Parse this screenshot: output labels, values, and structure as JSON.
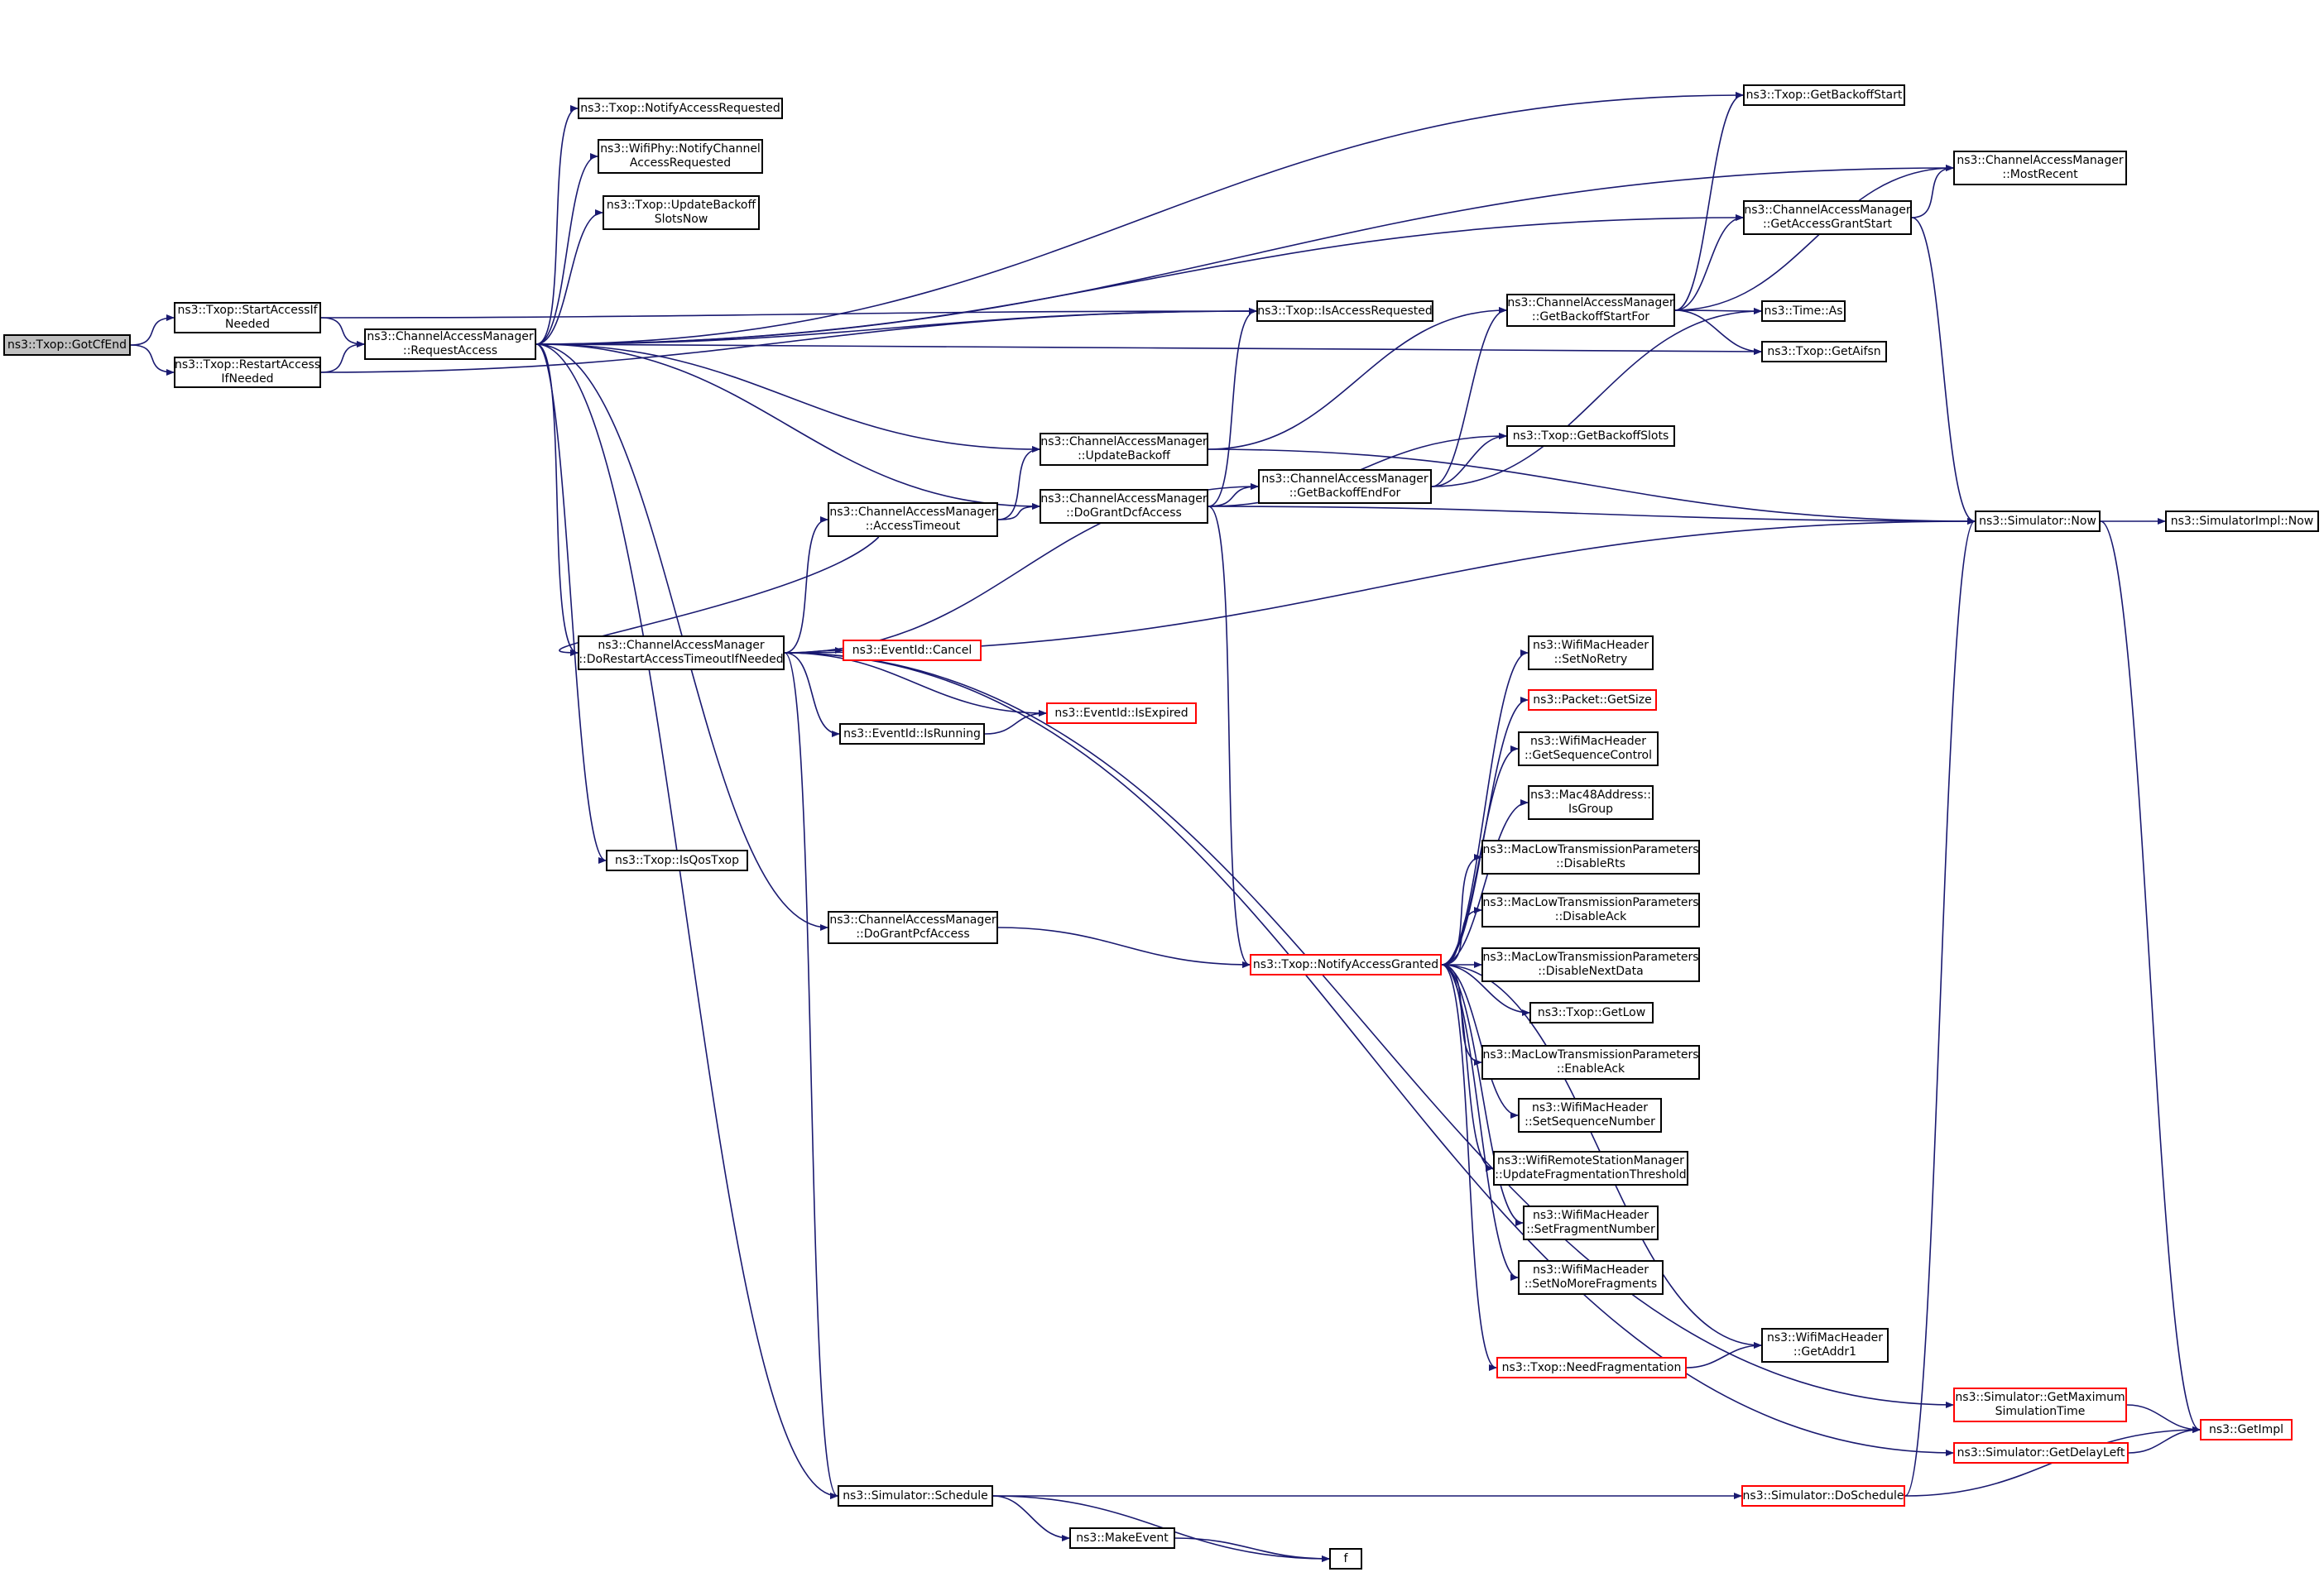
{
  "colors": {
    "edge": "#191970",
    "node_border": "#000000",
    "node_border_truncated": "#ff0000",
    "focus_fill": "#bfbfbf"
  },
  "nodes": [
    {
      "id": "gotcfend",
      "label": "ns3::Txop::GotCfEnd",
      "style": "gray"
    },
    {
      "id": "startaccess",
      "label": "ns3::Txop::StartAccessIf\nNeeded",
      "style": "black"
    },
    {
      "id": "restartaccess",
      "label": "ns3::Txop::RestartAccess\nIfNeeded",
      "style": "black"
    },
    {
      "id": "requestaccess",
      "label": "ns3::ChannelAccessManager\n::RequestAccess",
      "style": "black"
    },
    {
      "id": "notifyaccessrequested",
      "label": "ns3::Txop::NotifyAccessRequested",
      "style": "black"
    },
    {
      "id": "wifiphynotify",
      "label": "ns3::WifiPhy::NotifyChannel\nAccessRequested",
      "style": "black"
    },
    {
      "id": "updatebackoffslots",
      "label": "ns3::Txop::UpdateBackoff\nSlotsNow",
      "style": "black"
    },
    {
      "id": "getbackoffstart",
      "label": "ns3::Txop::GetBackoffStart",
      "style": "black"
    },
    {
      "id": "mostrecent",
      "label": "ns3::ChannelAccessManager\n::MostRecent",
      "style": "black"
    },
    {
      "id": "getaccessgrantstart",
      "label": "ns3::ChannelAccessManager\n::GetAccessGrantStart",
      "style": "black"
    },
    {
      "id": "isaccessrequested",
      "label": "ns3::Txop::IsAccessRequested",
      "style": "black"
    },
    {
      "id": "getbackoffstartfor",
      "label": "ns3::ChannelAccessManager\n::GetBackoffStartFor",
      "style": "black"
    },
    {
      "id": "timeas",
      "label": "ns3::Time::As",
      "style": "black"
    },
    {
      "id": "getaifsn",
      "label": "ns3::Txop::GetAifsn",
      "style": "black"
    },
    {
      "id": "updatebackoff",
      "label": "ns3::ChannelAccessManager\n::UpdateBackoff",
      "style": "black"
    },
    {
      "id": "getbackoffslots",
      "label": "ns3::Txop::GetBackoffSlots",
      "style": "black"
    },
    {
      "id": "accesstimeout",
      "label": "ns3::ChannelAccessManager\n::AccessTimeout",
      "style": "black"
    },
    {
      "id": "dograntdcf",
      "label": "ns3::ChannelAccessManager\n::DoGrantDcfAccess",
      "style": "black"
    },
    {
      "id": "getbackoffendfor",
      "label": "ns3::ChannelAccessManager\n::GetBackoffEndFor",
      "style": "black"
    },
    {
      "id": "simnow",
      "label": "ns3::Simulator::Now",
      "style": "black"
    },
    {
      "id": "simimplnow",
      "label": "ns3::SimulatorImpl::Now",
      "style": "black"
    },
    {
      "id": "dorestart",
      "label": "ns3::ChannelAccessManager\n::DoRestartAccessTimeoutIfNeeded",
      "style": "black"
    },
    {
      "id": "eventcancel",
      "label": "ns3::EventId::Cancel",
      "style": "red"
    },
    {
      "id": "eventisexpired",
      "label": "ns3::EventId::IsExpired",
      "style": "red"
    },
    {
      "id": "eventisrunning",
      "label": "ns3::EventId::IsRunning",
      "style": "black"
    },
    {
      "id": "isqostxop",
      "label": "ns3::Txop::IsQosTxop",
      "style": "black"
    },
    {
      "id": "dograntpcf",
      "label": "ns3::ChannelAccessManager\n::DoGrantPcfAccess",
      "style": "black"
    },
    {
      "id": "notifyaccessgranted",
      "label": "ns3::Txop::NotifyAccessGranted",
      "style": "red"
    },
    {
      "id": "setnoretry",
      "label": "ns3::WifiMacHeader\n::SetNoRetry",
      "style": "black"
    },
    {
      "id": "packetgetsize",
      "label": "ns3::Packet::GetSize",
      "style": "red"
    },
    {
      "id": "getseqctrl",
      "label": "ns3::WifiMacHeader\n::GetSequenceControl",
      "style": "black"
    },
    {
      "id": "isgroup",
      "label": "ns3::Mac48Address::\nIsGroup",
      "style": "black"
    },
    {
      "id": "disablerts",
      "label": "ns3::MacLowTransmissionParameters\n::DisableRts",
      "style": "black"
    },
    {
      "id": "disableack",
      "label": "ns3::MacLowTransmissionParameters\n::DisableAck",
      "style": "black"
    },
    {
      "id": "disablenextdata",
      "label": "ns3::MacLowTransmissionParameters\n::DisableNextData",
      "style": "black"
    },
    {
      "id": "getlow",
      "label": "ns3::Txop::GetLow",
      "style": "black"
    },
    {
      "id": "enableack",
      "label": "ns3::MacLowTransmissionParameters\n::EnableAck",
      "style": "black"
    },
    {
      "id": "setseqnum",
      "label": "ns3::WifiMacHeader\n::SetSequenceNumber",
      "style": "black"
    },
    {
      "id": "updatefrag",
      "label": "ns3::WifiRemoteStationManager\n::UpdateFragmentationThreshold",
      "style": "black"
    },
    {
      "id": "setfragnum",
      "label": "ns3::WifiMacHeader\n::SetFragmentNumber",
      "style": "black"
    },
    {
      "id": "setnomorefrag",
      "label": "ns3::WifiMacHeader\n::SetNoMoreFragments",
      "style": "black"
    },
    {
      "id": "getaddr1",
      "label": "ns3::WifiMacHeader\n::GetAddr1",
      "style": "black"
    },
    {
      "id": "needfrag",
      "label": "ns3::Txop::NeedFragmentation",
      "style": "red"
    },
    {
      "id": "getmaxsimtime",
      "label": "ns3::Simulator::GetMaximum\nSimulationTime",
      "style": "red"
    },
    {
      "id": "getimpl",
      "label": "ns3::GetImpl",
      "style": "red"
    },
    {
      "id": "getdelayleft",
      "label": "ns3::Simulator::GetDelayLeft",
      "style": "red"
    },
    {
      "id": "schedule",
      "label": "ns3::Simulator::Schedule",
      "style": "black"
    },
    {
      "id": "doschedule",
      "label": "ns3::Simulator::DoSchedule",
      "style": "red"
    },
    {
      "id": "makeevent",
      "label": "ns3::MakeEvent",
      "style": "black"
    },
    {
      "id": "f",
      "label": "f",
      "style": "black"
    }
  ],
  "edges": [
    [
      "gotcfend",
      "startaccess"
    ],
    [
      "gotcfend",
      "restartaccess"
    ],
    [
      "startaccess",
      "requestaccess"
    ],
    [
      "startaccess",
      "isaccessrequested"
    ],
    [
      "restartaccess",
      "requestaccess"
    ],
    [
      "restartaccess",
      "isaccessrequested"
    ],
    [
      "requestaccess",
      "notifyaccessrequested"
    ],
    [
      "requestaccess",
      "wifiphynotify"
    ],
    [
      "requestaccess",
      "updatebackoffslots"
    ],
    [
      "requestaccess",
      "getbackoffstart"
    ],
    [
      "requestaccess",
      "mostrecent"
    ],
    [
      "requestaccess",
      "getaccessgrantstart"
    ],
    [
      "requestaccess",
      "isaccessrequested"
    ],
    [
      "requestaccess",
      "updatebackoff"
    ],
    [
      "requestaccess",
      "dograntdcf"
    ],
    [
      "requestaccess",
      "dorestart"
    ],
    [
      "requestaccess",
      "getaifsn"
    ],
    [
      "requestaccess",
      "isqostxop"
    ],
    [
      "requestaccess",
      "dograntpcf"
    ],
    [
      "requestaccess",
      "schedule"
    ],
    [
      "getaccessgrantstart",
      "mostrecent"
    ],
    [
      "getaccessgrantstart",
      "simnow"
    ],
    [
      "getbackoffstartfor",
      "getbackoffstart"
    ],
    [
      "getbackoffstartfor",
      "mostrecent"
    ],
    [
      "getbackoffstartfor",
      "getaccessgrantstart"
    ],
    [
      "getbackoffstartfor",
      "timeas"
    ],
    [
      "getbackoffstartfor",
      "getaifsn"
    ],
    [
      "updatebackoff",
      "getbackoffstartfor"
    ],
    [
      "updatebackoff",
      "simnow"
    ],
    [
      "accesstimeout",
      "updatebackoff"
    ],
    [
      "accesstimeout",
      "dograntdcf"
    ],
    [
      "accesstimeout",
      "dorestart"
    ],
    [
      "dograntdcf",
      "isaccessrequested"
    ],
    [
      "dograntdcf",
      "getbackoffendfor"
    ],
    [
      "dograntdcf",
      "getbackoffslots"
    ],
    [
      "dograntdcf",
      "simnow"
    ],
    [
      "dograntdcf",
      "notifyaccessgranted"
    ],
    [
      "getbackoffendfor",
      "getbackoffstartfor"
    ],
    [
      "getbackoffendfor",
      "getbackoffslots"
    ],
    [
      "getbackoffendfor",
      "timeas"
    ],
    [
      "simnow",
      "simimplnow"
    ],
    [
      "simnow",
      "getimpl"
    ],
    [
      "dorestart",
      "accesstimeout"
    ],
    [
      "dorestart",
      "getbackoffendfor"
    ],
    [
      "dorestart",
      "simnow"
    ],
    [
      "dorestart",
      "eventcancel"
    ],
    [
      "dorestart",
      "eventisexpired"
    ],
    [
      "dorestart",
      "eventisrunning"
    ],
    [
      "dorestart",
      "getmaxsimtime"
    ],
    [
      "dorestart",
      "getdelayleft"
    ],
    [
      "dorestart",
      "schedule"
    ],
    [
      "eventisrunning",
      "eventisexpired"
    ],
    [
      "dograntpcf",
      "notifyaccessgranted"
    ],
    [
      "notifyaccessgranted",
      "setnoretry"
    ],
    [
      "notifyaccessgranted",
      "packetgetsize"
    ],
    [
      "notifyaccessgranted",
      "getseqctrl"
    ],
    [
      "notifyaccessgranted",
      "isgroup"
    ],
    [
      "notifyaccessgranted",
      "disablerts"
    ],
    [
      "notifyaccessgranted",
      "disableack"
    ],
    [
      "notifyaccessgranted",
      "disablenextdata"
    ],
    [
      "notifyaccessgranted",
      "getlow"
    ],
    [
      "notifyaccessgranted",
      "enableack"
    ],
    [
      "notifyaccessgranted",
      "setseqnum"
    ],
    [
      "notifyaccessgranted",
      "updatefrag"
    ],
    [
      "notifyaccessgranted",
      "setfragnum"
    ],
    [
      "notifyaccessgranted",
      "setnomorefrag"
    ],
    [
      "notifyaccessgranted",
      "getaddr1"
    ],
    [
      "notifyaccessgranted",
      "needfrag"
    ],
    [
      "needfrag",
      "getaddr1"
    ],
    [
      "getmaxsimtime",
      "getimpl"
    ],
    [
      "getdelayleft",
      "getimpl"
    ],
    [
      "schedule",
      "doschedule"
    ],
    [
      "schedule",
      "makeevent"
    ],
    [
      "schedule",
      "f"
    ],
    [
      "doschedule",
      "simnow"
    ],
    [
      "doschedule",
      "getimpl"
    ],
    [
      "makeevent",
      "f"
    ]
  ]
}
